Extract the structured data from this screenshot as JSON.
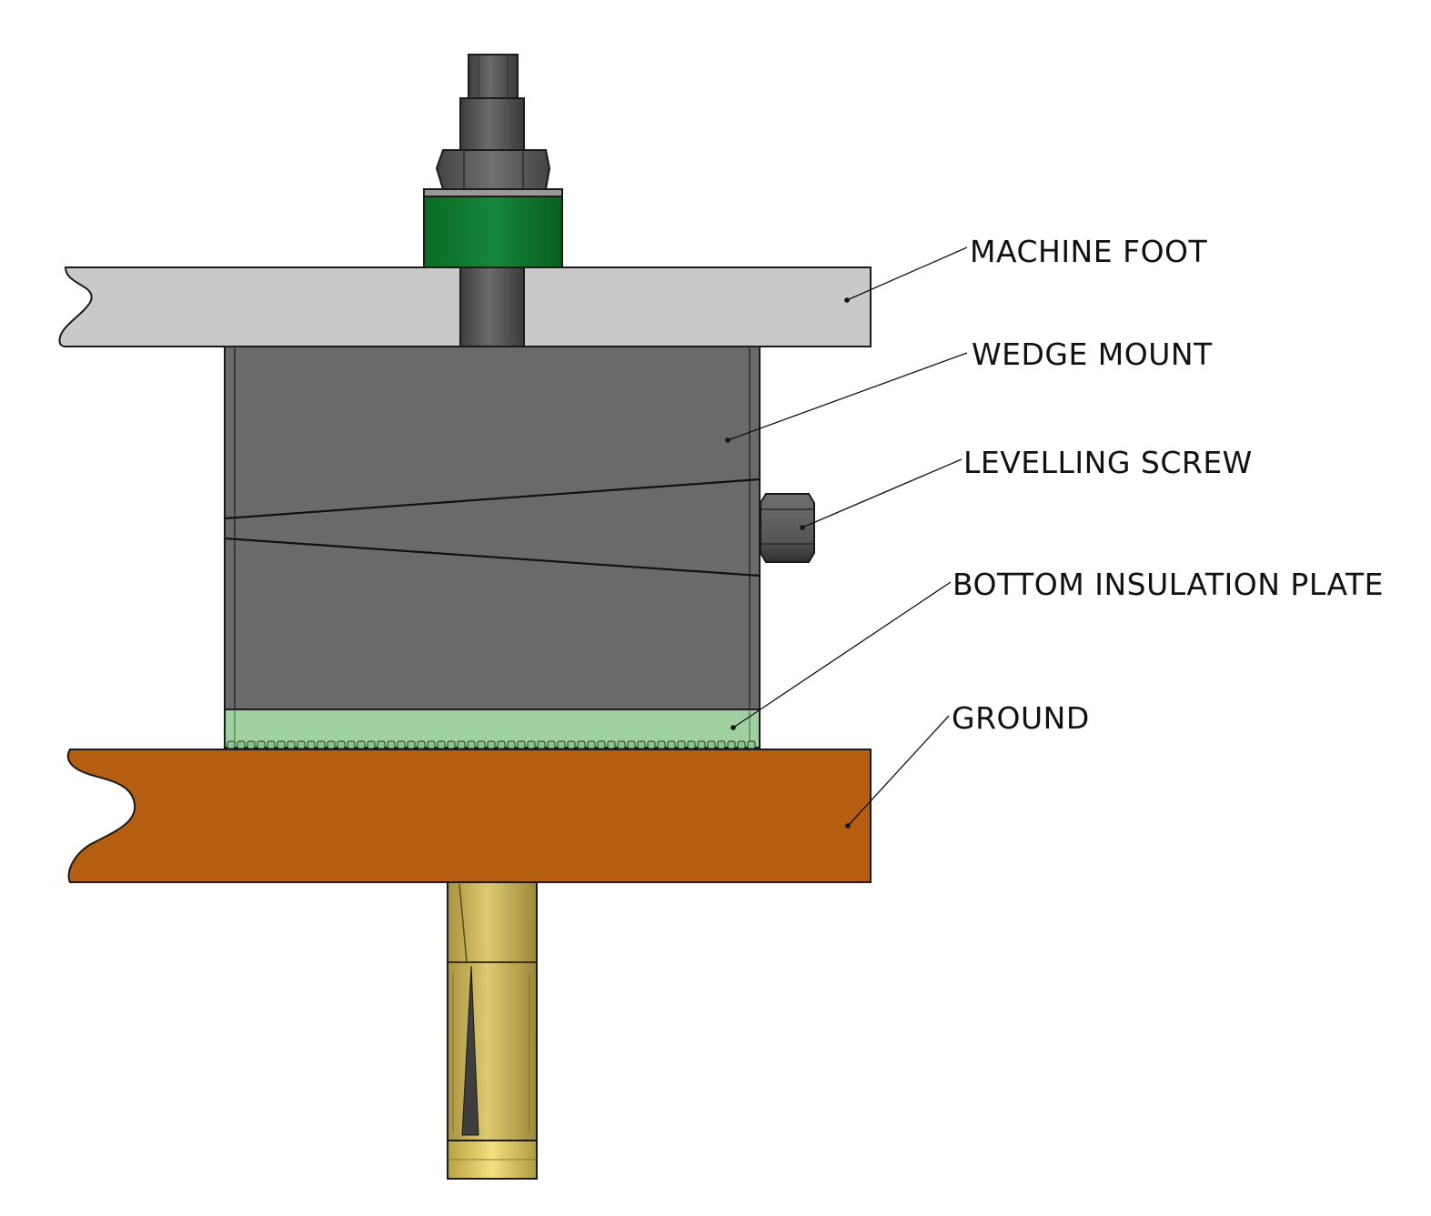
{
  "labels": {
    "machine_foot": "MACHINE FOOT",
    "wedge_mount": "WEDGE MOUNT",
    "levelling_screw": "LEVELLING SCREW",
    "bottom_insulation_plate": "BOTTOM INSULATION PLATE",
    "ground": "GROUND"
  },
  "colors": {
    "machine_foot": "#c9c9c9",
    "wedge_mount": "#6a6a6a",
    "bolt": "#555555",
    "washer": "#0e7a2a",
    "insulation_plate": "#9fd0a0",
    "ground": "#b55d10",
    "anchor": "#c9b45a",
    "outline": "#1a1a1a"
  }
}
